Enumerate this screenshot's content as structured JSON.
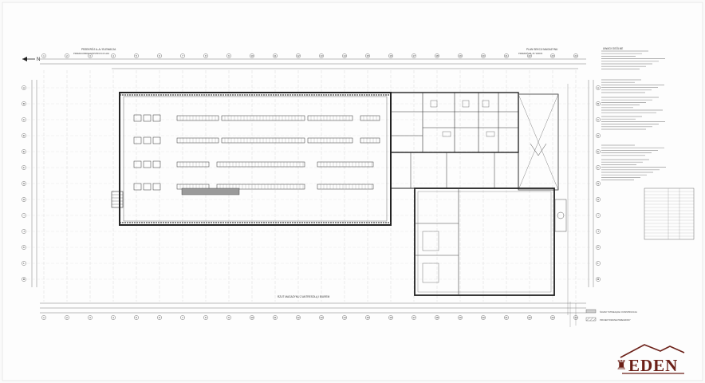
{
  "drawing": {
    "north_label": "N",
    "section_left_title": "PRZEKRÓJ A–A / ELEWACJA",
    "section_left_sub": "PRZEDŁUŻENIE KONSTRUKCJI HALI",
    "section_right_title": "PLAN SEKCJI MAGAZYNU",
    "section_right_sub": "PRZEKRÓJ B–B / WIDOK",
    "bottom_title": "RZUT MAGAZYNU Z ANTRESOLĄ I BIUREM",
    "grid_rows": [
      "A",
      "B",
      "C",
      "D",
      "E",
      "F",
      "G",
      "H",
      "I",
      "J",
      "K",
      "L",
      "M"
    ],
    "grid_cols": [
      "1",
      "2",
      "3",
      "4",
      "5",
      "6",
      "7",
      "8",
      "9",
      "10",
      "11",
      "12",
      "13",
      "14",
      "15",
      "16",
      "17",
      "18",
      "19",
      "20",
      "21",
      "22",
      "23",
      "24"
    ]
  },
  "legend": {
    "items": [
      {
        "label": "ŚCIANY ISTNIEJĄCE / KONSTRUKCJA"
      },
      {
        "label": "PROJEKTOWANE PRZEGRODY"
      }
    ]
  },
  "notes": {
    "heading": "UWAGI OGÓLNE"
  },
  "brand": {
    "name": "EDEN",
    "color": "#6b2018"
  }
}
